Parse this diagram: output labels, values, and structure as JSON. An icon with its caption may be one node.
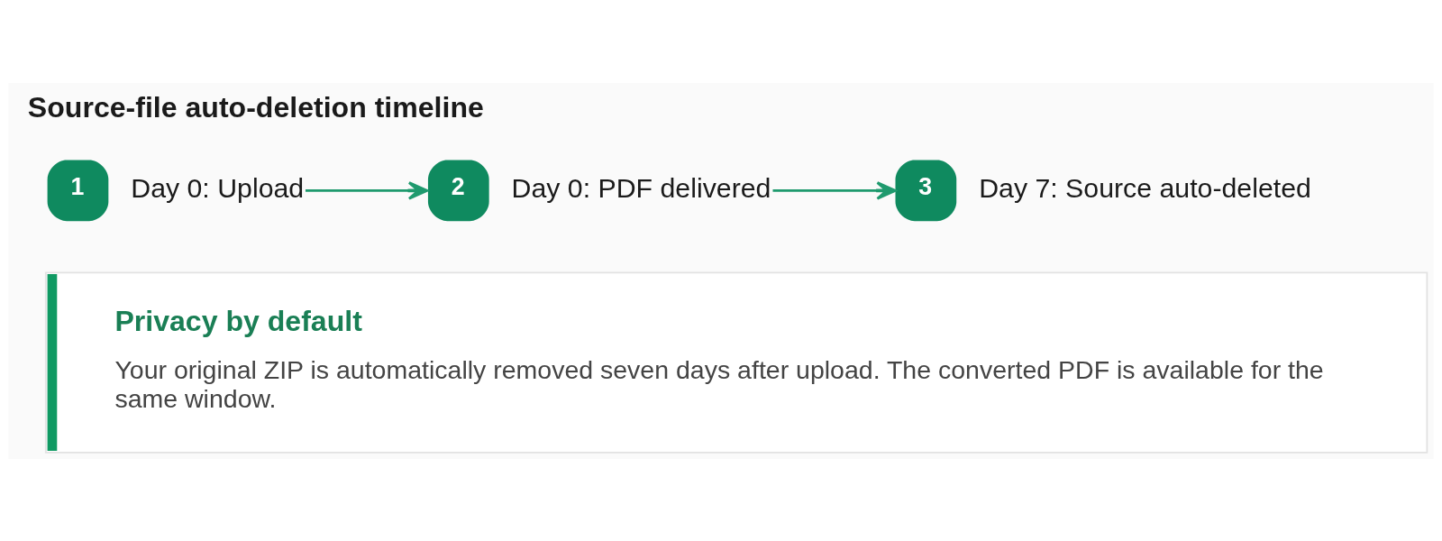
{
  "diagram": {
    "title": "Source-file auto-deletion timeline",
    "nodes": [
      {
        "text": [
          "1"
        ],
        "beside": [
          "Day 0: Upload"
        ]
      },
      {
        "text": [
          "2"
        ],
        "beside": [
          "Day 0: PDF delivered"
        ]
      },
      {
        "text": [
          "3"
        ],
        "beside": [
          "Day 7: Source auto-deleted"
        ]
      },
      {
        "text": [
          "Privacy by default",
          "Your original ZIP is automatically removed seven days after upload. The converted PDF is available for the same window."
        ]
      }
    ],
    "edges": [
      {
        "from": 0,
        "to": 1,
        "arrow": "to"
      },
      {
        "from": 1,
        "to": 2,
        "arrow": "to"
      }
    ]
  }
}
